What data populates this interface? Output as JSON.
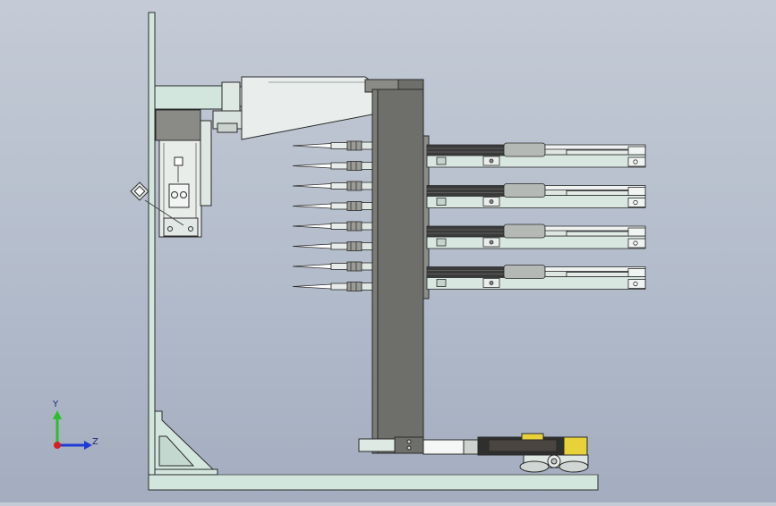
{
  "viewport": {
    "background": [
      "#c4cbd6",
      "#a3adbf"
    ],
    "part_colors": {
      "frame": "#d3e6de",
      "column": "#6e6e6a",
      "motor": "#e9edea",
      "motor_cap": "#8a8a86",
      "pipette_tip": "#ffffff",
      "rail_dark": "#3a3a3a",
      "rail_light": "#d8e7e0",
      "cylinder": "#b5b9b5",
      "yellow_block": "#e8d23a",
      "edge": "#2a2a2a"
    },
    "pipette_count": 8,
    "rail_groups": 4
  },
  "triad": {
    "y_label": "Y",
    "z_label": "Z",
    "y_color": "#2bbf2b",
    "z_color": "#1f3ad6",
    "origin_color": "#d62020"
  }
}
